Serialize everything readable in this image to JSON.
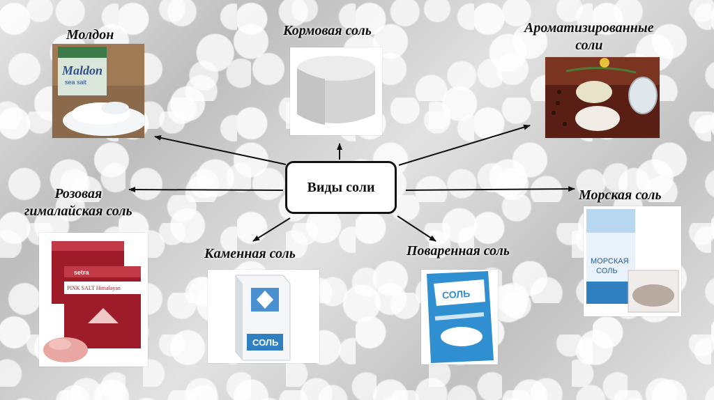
{
  "diagram": {
    "center": "Виды соли",
    "nodes": [
      {
        "id": "maldon",
        "label": "Молдон"
      },
      {
        "id": "feed",
        "label": "Кормовая соль"
      },
      {
        "id": "flavored",
        "label_line1": "Ароматизированные",
        "label_line2": "соли"
      },
      {
        "id": "pink",
        "label_line1": "Розовая",
        "label_line2": "гималайская соль"
      },
      {
        "id": "sea",
        "label": "Морская соль"
      },
      {
        "id": "rock",
        "label": "Каменная соль"
      },
      {
        "id": "table",
        "label": "Поваренная соль"
      }
    ]
  },
  "package_texts": {
    "maldon_brand": "Maldon",
    "maldon_sub": "sea salt",
    "setra_brand": "setra",
    "pink_salt": "PINK SALT Himalayan",
    "sea_pack_line1": "МОРСКАЯ",
    "sea_pack_line2": "СОЛЬ",
    "rock_pack": "СОЛЬ",
    "table_pack": "СОЛЬ"
  },
  "colors": {
    "arrow": "#111111",
    "setra_red": "#9e1b2a",
    "table_pack_blue": "#2f8fd0"
  }
}
